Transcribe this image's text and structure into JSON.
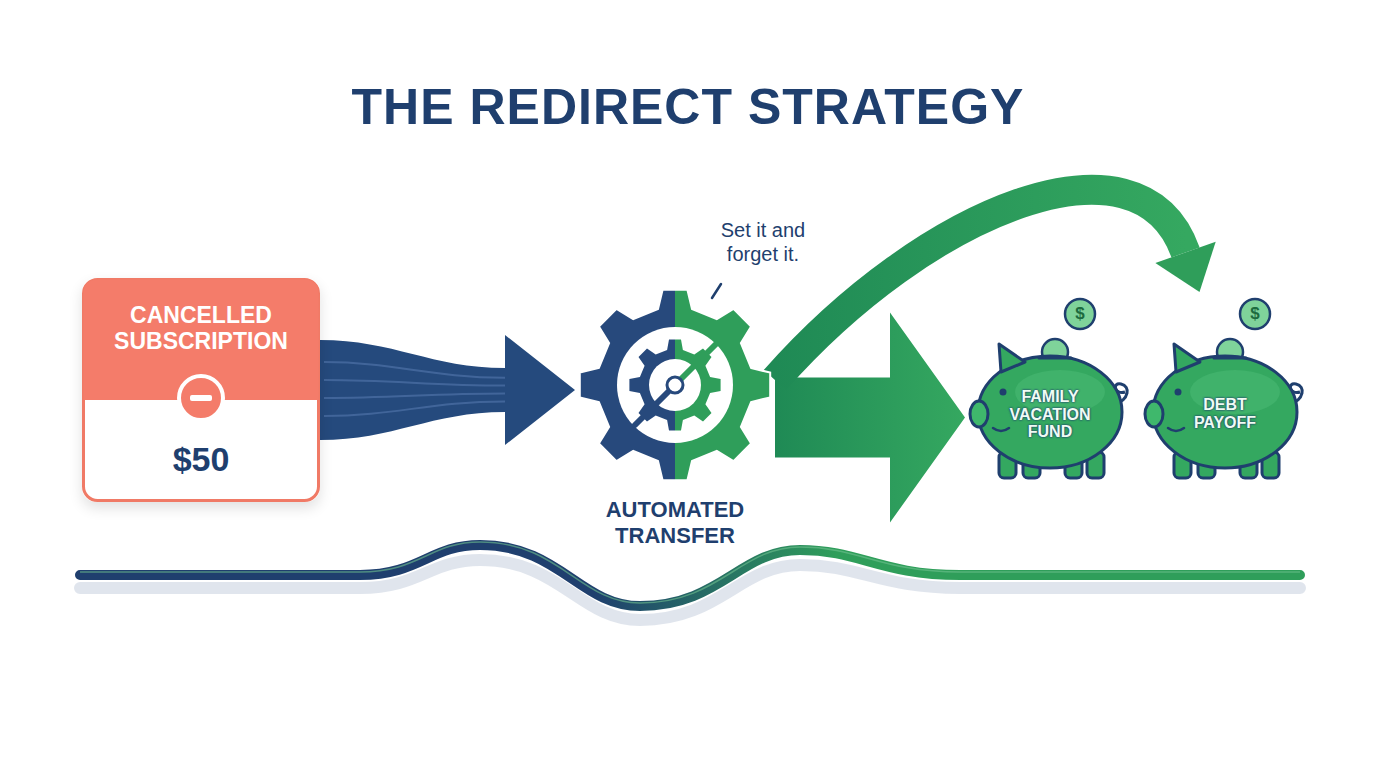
{
  "diagram": {
    "title": "THE REDIRECT STRATEGY",
    "nodes": [
      {
        "text": [
          "CANCELLED SUBSCRIPTION",
          "$50"
        ]
      },
      {
        "text": [
          "AUTOMATED TRANSFER"
        ]
      },
      {
        "text": [
          "FAMILY VACATION FUND"
        ]
      },
      {
        "text": [
          "DEBT PAYOFF"
        ]
      }
    ],
    "edges": [
      {
        "from": 0,
        "to": 1,
        "arrow": "to"
      },
      {
        "from": 1,
        "to": 2,
        "arrow": "to"
      },
      {
        "from": 1,
        "to": 3,
        "arrow": "to"
      }
    ],
    "labels": [
      "Set it and forget it.",
      "$",
      "$"
    ]
  }
}
